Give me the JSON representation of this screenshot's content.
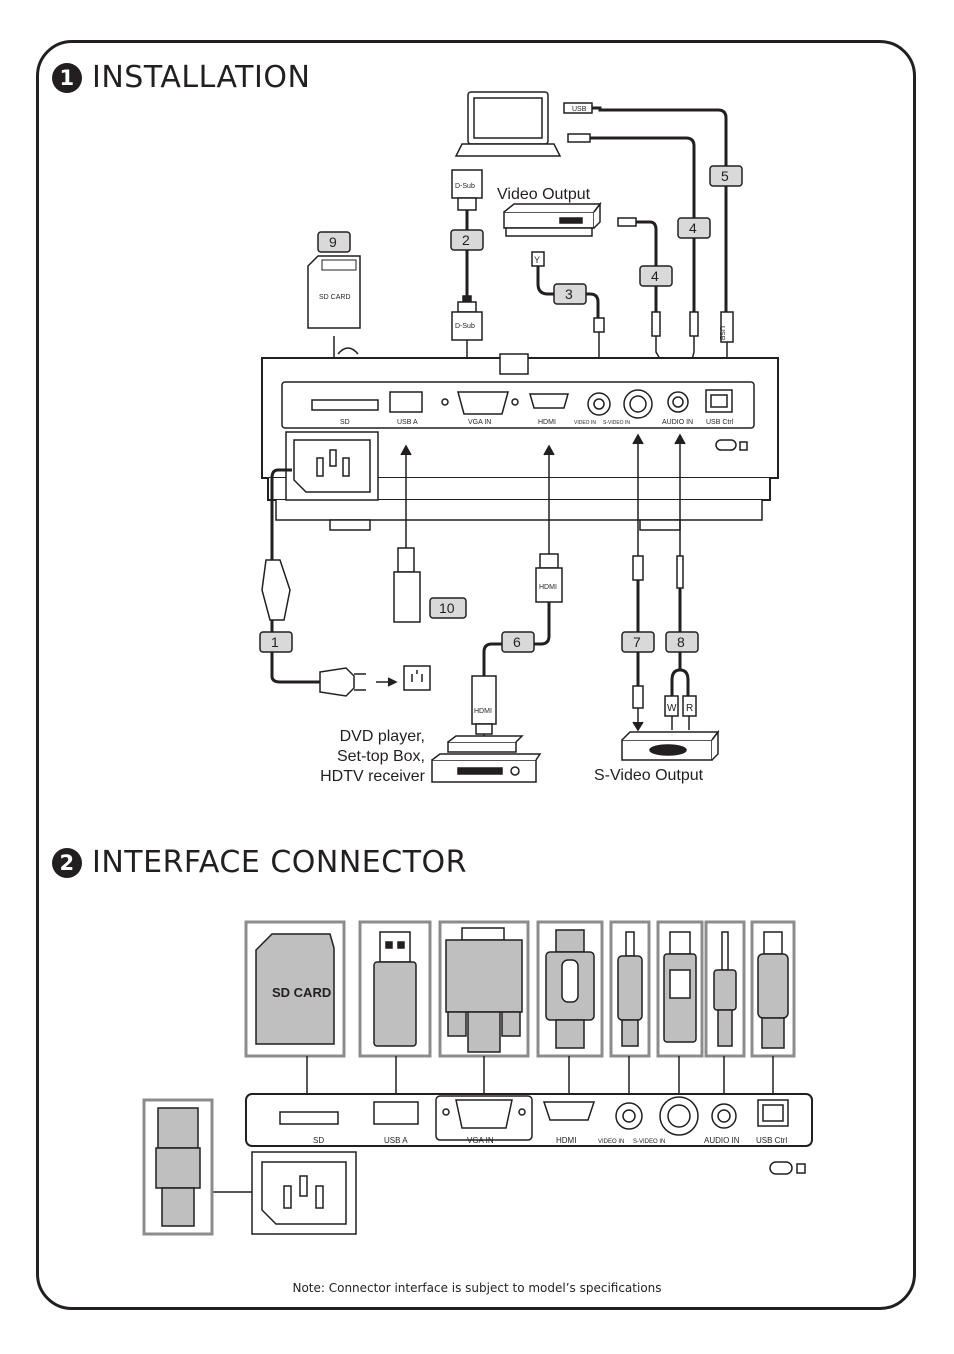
{
  "sections": [
    {
      "number": "1",
      "title": "INSTALLATION"
    },
    {
      "number": "2",
      "title": "INTERFACE CONNECTOR"
    }
  ],
  "installation": {
    "device_labels": {
      "video_output": "Video Output",
      "svideo_output": "S-Video Output",
      "dvd_line1": "DVD player,",
      "dvd_line2": "Set-top Box,",
      "dvd_line3": "HDTV receiver"
    },
    "cable_numbers": [
      "1",
      "2",
      "3",
      "4",
      "4",
      "5",
      "6",
      "7",
      "8",
      "9",
      "10"
    ],
    "connector_tags": {
      "dsub": "D-Sub",
      "usb": "USB",
      "hdmi": "HDMI",
      "sd_card": "SD CARD",
      "y": "Y",
      "w": "W",
      "r": "R"
    },
    "port_labels": [
      "SD",
      "USB A",
      "VGA IN",
      "HDMI",
      "VIDEO IN",
      "S-VIDEO IN",
      "AUDIO IN",
      "USB Ctrl"
    ]
  },
  "interface": {
    "sd_card_label": "SD CARD",
    "port_labels": [
      "SD",
      "USB A",
      "VGA IN",
      "HDMI",
      "VIDEO IN",
      "S-VIDEO IN",
      "AUDIO IN",
      "USB Ctrl"
    ]
  },
  "note": "Note: Connector interface is subject to model’s specifications",
  "colors": {
    "ink": "#231f20",
    "panel_fill": "#ffffff",
    "tag_fill": "#d9d9d9",
    "frame_gray": "#8c8c8c",
    "connector_gray": "#bfbfbf"
  }
}
